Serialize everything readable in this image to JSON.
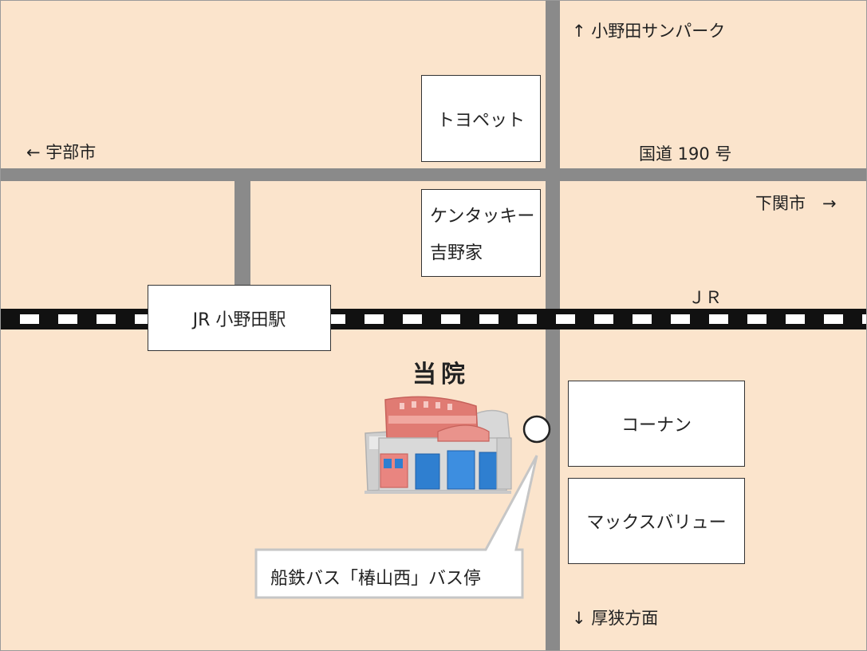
{
  "labels": {
    "north": "↑ 小野田サンパーク",
    "west": "← 宇部市",
    "route": "国道 190 号",
    "east": "下関市　→",
    "rail": "ＪＲ",
    "south": "↓ 厚狭方面"
  },
  "boxes": {
    "toyopet": "トヨペット",
    "kentucky": "ケンタッキー",
    "yoshinoya": "吉野家",
    "station": "JR 小野田駅",
    "konan": "コーナン",
    "maxvalu": "マックスバリュー",
    "bus_stop": "船鉄バス「椿山西」バス停"
  },
  "clinic": {
    "title": "当院"
  },
  "colors": {
    "background": "#fbe4cc",
    "road": "#8a8a8a",
    "building_roof": "#e07b73",
    "building_window": "#2f7fd0"
  }
}
